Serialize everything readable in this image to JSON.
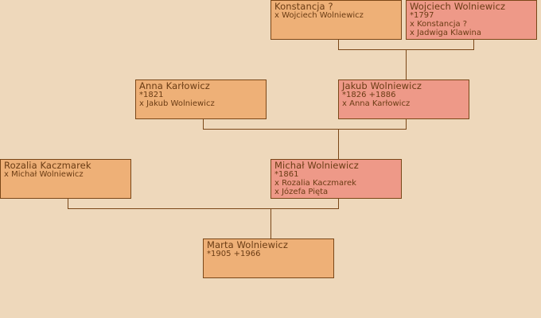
{
  "colors": {
    "background": "#eed8bb",
    "female": "#eeb077",
    "male": "#ee9988",
    "border": "#7a4718"
  },
  "persons": [
    {
      "name": "Konstancja ?",
      "lines": [
        "x Wojciech Wolniewicz"
      ]
    },
    {
      "name": "Wojciech Wolniewicz",
      "lines": [
        "*1797",
        "x Konstancja ?",
        "x Jadwiga Klawina"
      ]
    },
    {
      "name": "Anna Karłowicz",
      "lines": [
        "*1821",
        "x Jakub Wolniewicz"
      ]
    },
    {
      "name": "Jakub Wolniewicz",
      "lines": [
        "*1826 +1886",
        "x Anna Karłowicz"
      ]
    },
    {
      "name": "Rozalia Kaczmarek",
      "lines": [
        "x Michał Wolniewicz"
      ]
    },
    {
      "name": "Michał Wolniewicz",
      "lines": [
        "*1861",
        "x Rozalia Kaczmarek",
        "x Józefa Pięta"
      ]
    },
    {
      "name": "Marta Wolniewicz",
      "lines": [
        "*1905 +1966"
      ]
    }
  ]
}
